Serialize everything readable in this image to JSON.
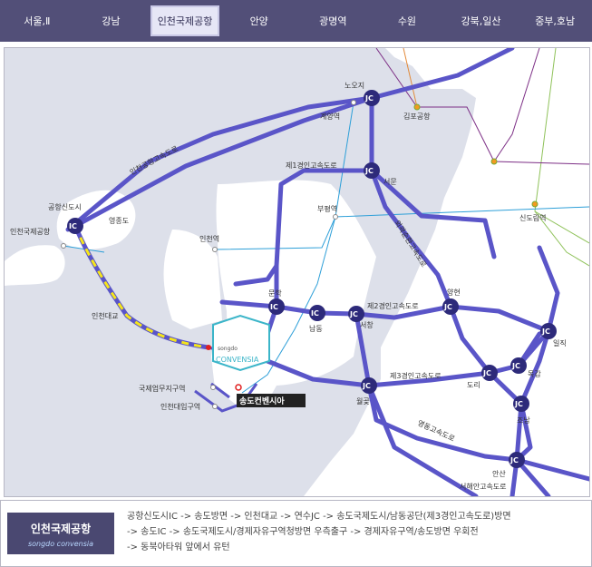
{
  "nav": {
    "tabs": [
      {
        "label": "서울,Ⅱ",
        "active": false
      },
      {
        "label": "강남",
        "active": false
      },
      {
        "label": "인천국제공항",
        "active": true
      },
      {
        "label": "안양",
        "active": false
      },
      {
        "label": "광명역",
        "active": false
      },
      {
        "label": "수원",
        "active": false
      },
      {
        "label": "강북,일산",
        "active": false
      },
      {
        "label": "중부,호남",
        "active": false
      }
    ]
  },
  "map": {
    "colors": {
      "road": "#5a55c8",
      "sea": "#dde0ea",
      "land": "#ffffff",
      "metro": "#2d9fd8",
      "route_yellow": "#f5e51a",
      "green_line": "#8fc25a",
      "purple_line": "#7d2f86"
    },
    "labels": {
      "nojiji": "노오지",
      "gyeyang": "계양역",
      "gimpo": "김포공항",
      "expressway_airport": "인천공항고속도로",
      "gyeongin1": "제1경인고속도로",
      "seomun": "서문",
      "bupyeong": "부평역",
      "sindorim": "신도림역",
      "airport_city": "공항신도시",
      "incheon_airport": "인천국제공항",
      "yeongjong": "영종도",
      "incheon_station": "인천역",
      "outer_ring": "외곽순환고속도로",
      "munhak": "문학",
      "namdong": "남동",
      "seochang": "서창",
      "gyeongin2": "제2경인고속도로",
      "yanghyeon": "양현",
      "incheon_bridge": "인천대교",
      "iljik": "일직",
      "mokgam": "목감",
      "free_zone": "국제업무지구역",
      "univ_station": "인천대입구역",
      "gyeongin3": "제3경인고속도로",
      "dori": "도리",
      "wolgot": "월곶",
      "venue": "송도컨벤시아",
      "yeongdong": "영동고속도로",
      "jonam": "조남",
      "ansan": "안산",
      "west_coast": "서해안고속도로",
      "ic": "IC",
      "jc": "JC"
    },
    "logo": {
      "small": "songdo",
      "big": "CONVENSIA"
    }
  },
  "route": {
    "badge_title": "인천국제공항",
    "badge_sub": "songdo convensia",
    "lines": [
      "공항신도시IC -> 송도방면 -> 인천대교 -> 연수JC -> 송도국제도시/남동공단(제3경인고속도로)방면",
      "-> 송도IC -> 송도국제도시/경제자유구역청방면 우측출구 -> 경제자유구역/송도방면 우회전",
      "-> 동북아타워 앞에서 유턴"
    ]
  }
}
